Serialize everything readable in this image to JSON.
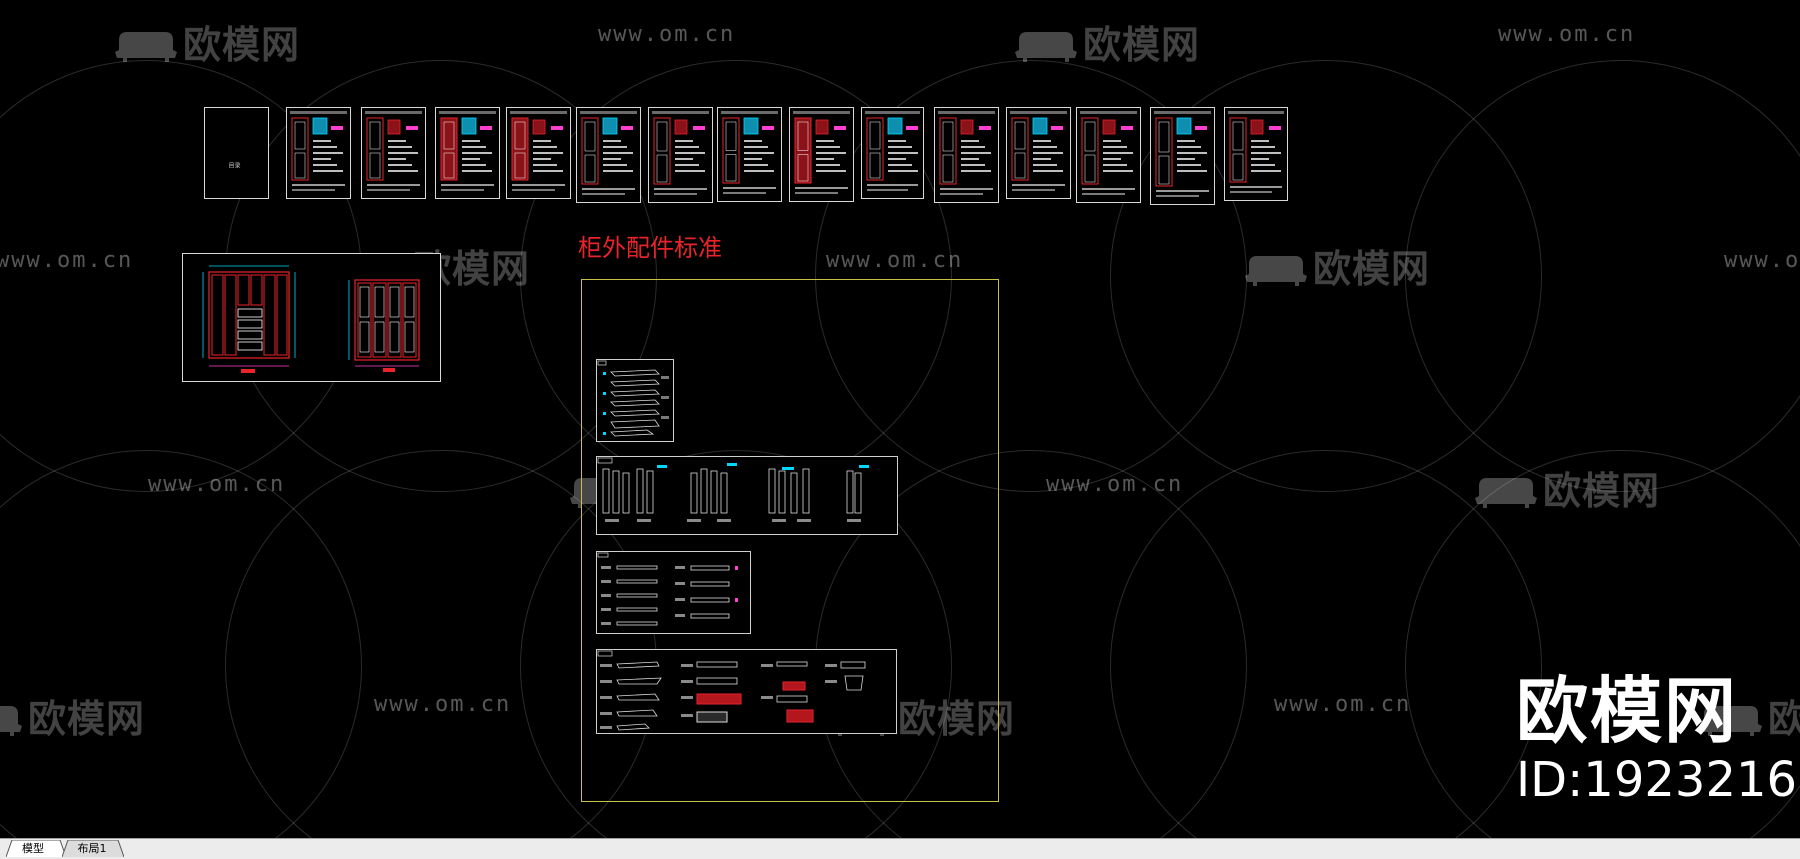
{
  "watermark": {
    "brand_text": "欧模网",
    "brand_icon": "sofa-icon",
    "url_text": "www.om.cn"
  },
  "drawing": {
    "accessory_title": "柜外配件标准",
    "cover_label": "目录"
  },
  "overlay": {
    "logo_text": "欧模网",
    "id_text": "ID:1923216"
  },
  "tabs": [
    {
      "label": "模型",
      "active": true
    },
    {
      "label": "布局1",
      "active": false
    }
  ],
  "colors": {
    "background": "#000000",
    "line_white": "#d9d9d9",
    "accent_red": "#e8232a",
    "dimension_cyan": "#00d8ff",
    "dimension_magenta": "#ff3fcf",
    "sheet_border_yellow": "#c8c048",
    "tabbar": "#ececec"
  }
}
